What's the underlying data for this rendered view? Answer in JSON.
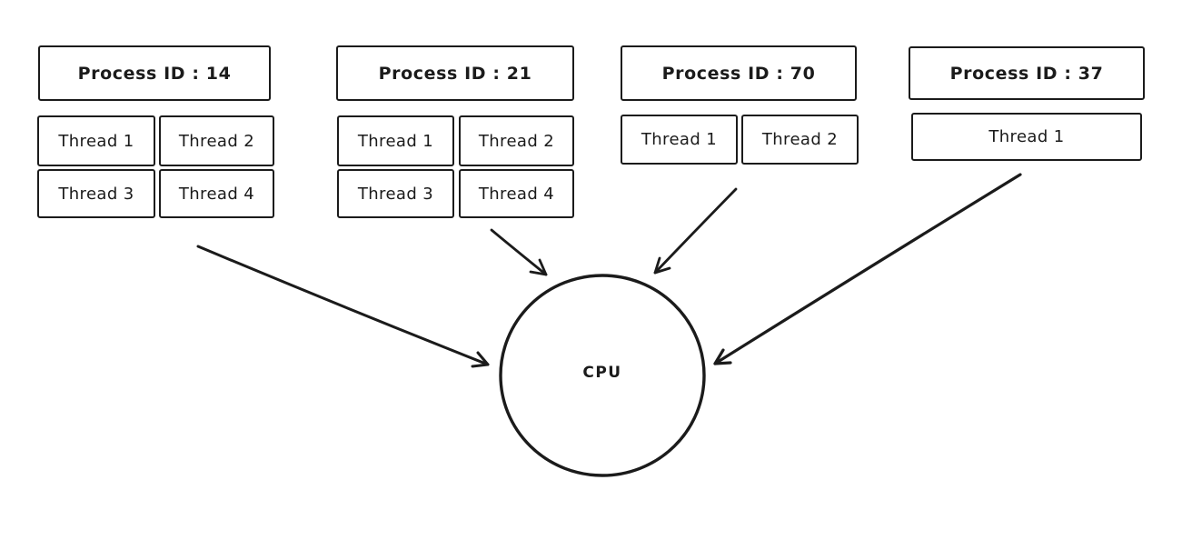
{
  "canvas": {
    "background_color": "#ffffff",
    "stroke_color": "#1b1b1b"
  },
  "cpu": {
    "label": "CPU"
  },
  "processes": [
    {
      "label": "Process ID : 14",
      "threads": [
        "Thread 1",
        "Thread 2",
        "Thread 3",
        "Thread 4"
      ]
    },
    {
      "label": "Process ID : 21",
      "threads": [
        "Thread 1",
        "Thread 2",
        "Thread 3",
        "Thread 4"
      ]
    },
    {
      "label": "Process ID : 70",
      "threads": [
        "Thread 1",
        "Thread 2"
      ]
    },
    {
      "label": "Process ID : 37",
      "threads": [
        "Thread 1"
      ]
    }
  ],
  "connections": [
    {
      "from": "Process ID : 14",
      "to": "CPU"
    },
    {
      "from": "Process ID : 21",
      "to": "CPU"
    },
    {
      "from": "Process ID : 70",
      "to": "CPU"
    },
    {
      "from": "Process ID : 37",
      "to": "CPU"
    }
  ]
}
